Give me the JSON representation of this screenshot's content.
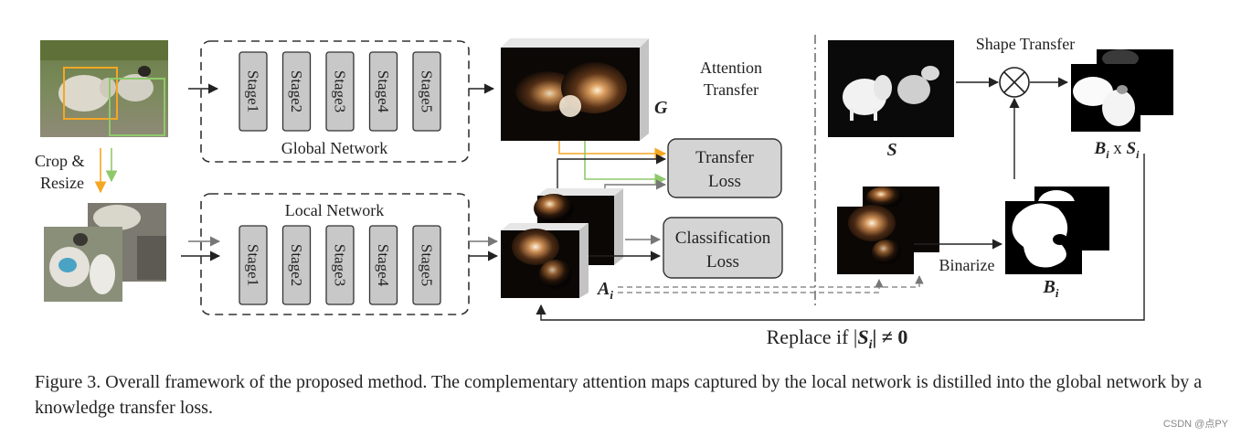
{
  "diagram": {
    "crop_resize_line1": "Crop &",
    "crop_resize_line2": "Resize",
    "global_network_label": "Global Network",
    "local_network_label": "Local Network",
    "stages": [
      "Stage1",
      "Stage2",
      "Stage3",
      "Stage4",
      "Stage5"
    ],
    "attention_transfer_line1": "Attention",
    "attention_transfer_line2": "Transfer",
    "g_label": "G",
    "transfer_loss_line1": "Transfer",
    "transfer_loss_line2": "Loss",
    "classification_loss_line1": "Classification",
    "classification_loss_line2": "Loss",
    "a_label_main": "A",
    "a_label_sub": "i",
    "shape_transfer_label": "Shape Transfer",
    "s_label": "S",
    "bs_label_b": "B",
    "bs_label_b_sub": "i",
    "bs_label_x": " x ",
    "bs_label_s": "S",
    "bs_label_s_sub": "i",
    "binarize_label": "Binarize",
    "b_label_main": "B",
    "b_label_sub": "i",
    "replace_prefix": "Replace if |",
    "replace_s": "S",
    "replace_sub": "i",
    "replace_suffix": "| ≠ 0"
  },
  "caption": "Figure 3. Overall framework of the proposed method. The complementary attention maps captured by the local network is distilled into the global network by a knowledge transfer loss.",
  "watermark": "CSDN @点PY",
  "colors": {
    "orange_arrow": "#f5a623",
    "green_arrow": "#8fc96b",
    "box_fill": "#d4d4d4",
    "stage_fill": "#c8c8c8"
  }
}
